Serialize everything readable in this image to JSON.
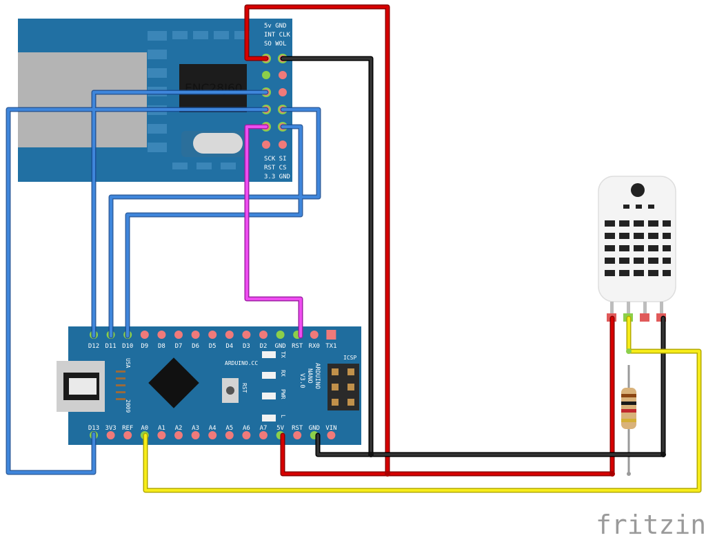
{
  "ethernet_module": {
    "chip_label": "ENC28J60",
    "header_top": [
      "5v GND",
      "INT CLK",
      "SO WOL"
    ],
    "header_bottom": [
      "SCK  SI",
      "RST  CS",
      "3.3  GND"
    ]
  },
  "arduino": {
    "top_pins": [
      "D12",
      "D11",
      "D10",
      "D9",
      "D8",
      "D7",
      "D6",
      "D5",
      "D4",
      "D3",
      "D2",
      "GND",
      "RST",
      "RX0",
      "TX1"
    ],
    "bottom_pins": [
      "D13",
      "3V3",
      "REF",
      "A0",
      "A1",
      "A2",
      "A3",
      "A4",
      "A5",
      "A6",
      "A7",
      "5V",
      "RST",
      "GND",
      "VIN"
    ],
    "usb_label": "USA",
    "year_label": "2009",
    "site_label": "ARDUINO.CC",
    "reset_label": "RST",
    "board_name": [
      "ARDUINO",
      "NANO",
      "V3.0"
    ],
    "led_labels": [
      "TX",
      "RX",
      "PWR",
      "L"
    ],
    "icsp_label": "ICSP"
  },
  "watermark": "fritzing",
  "colors": {
    "board_blue": "#1f6d9e",
    "wire_red": "#cc0000",
    "wire_black": "#222222",
    "wire_blue": "#2f72c9",
    "wire_magenta": "#e33be6",
    "wire_yellow": "#f2e600"
  }
}
